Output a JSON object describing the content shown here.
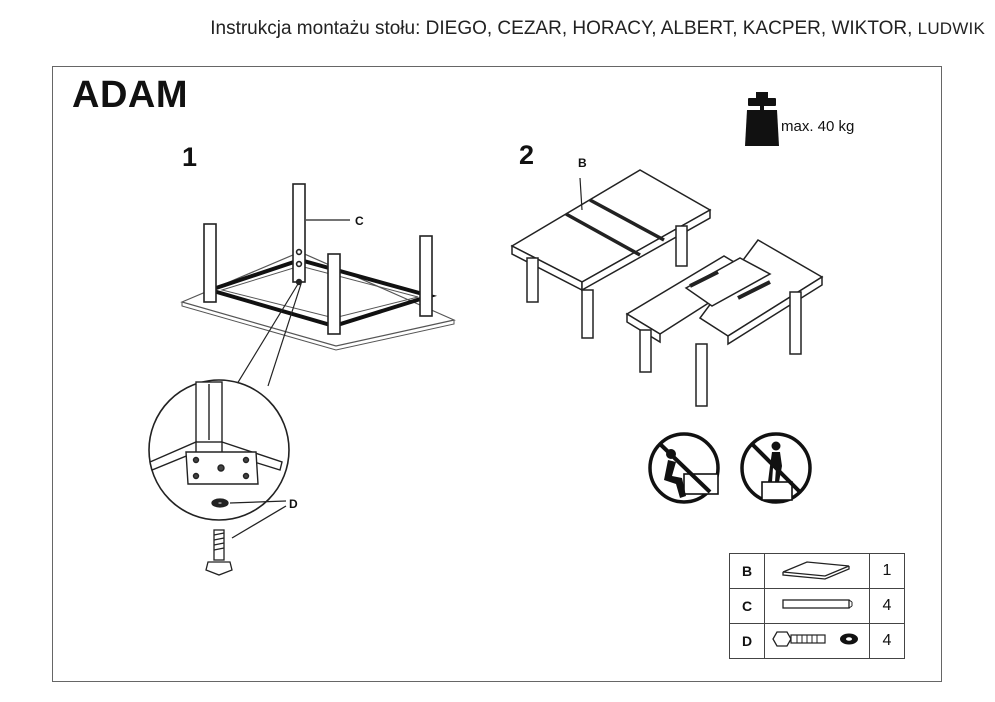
{
  "header": {
    "title": "Instrukcja montażu stołu: DIEGO, CEZAR, HORACY, ALBERT, KACPER, WIKTOR",
    "last_model": "LUDWIK"
  },
  "model": "ADAM",
  "steps": [
    {
      "number": "1",
      "callouts": [
        "C",
        "D"
      ]
    },
    {
      "number": "2",
      "callouts": [
        "B"
      ]
    }
  ],
  "max_load": "max. 40 kg",
  "icons": {
    "weight": "weight-icon",
    "no_sitting": "no-sitting-icon",
    "no_standing": "no-standing-icon"
  },
  "parts": [
    {
      "code": "B",
      "icon": "tabletop-leaf-icon",
      "qty": "1"
    },
    {
      "code": "C",
      "icon": "leg-bar-icon",
      "qty": "4"
    },
    {
      "code": "D",
      "icon": "bolt-washer-icon",
      "qty": "4"
    }
  ]
}
